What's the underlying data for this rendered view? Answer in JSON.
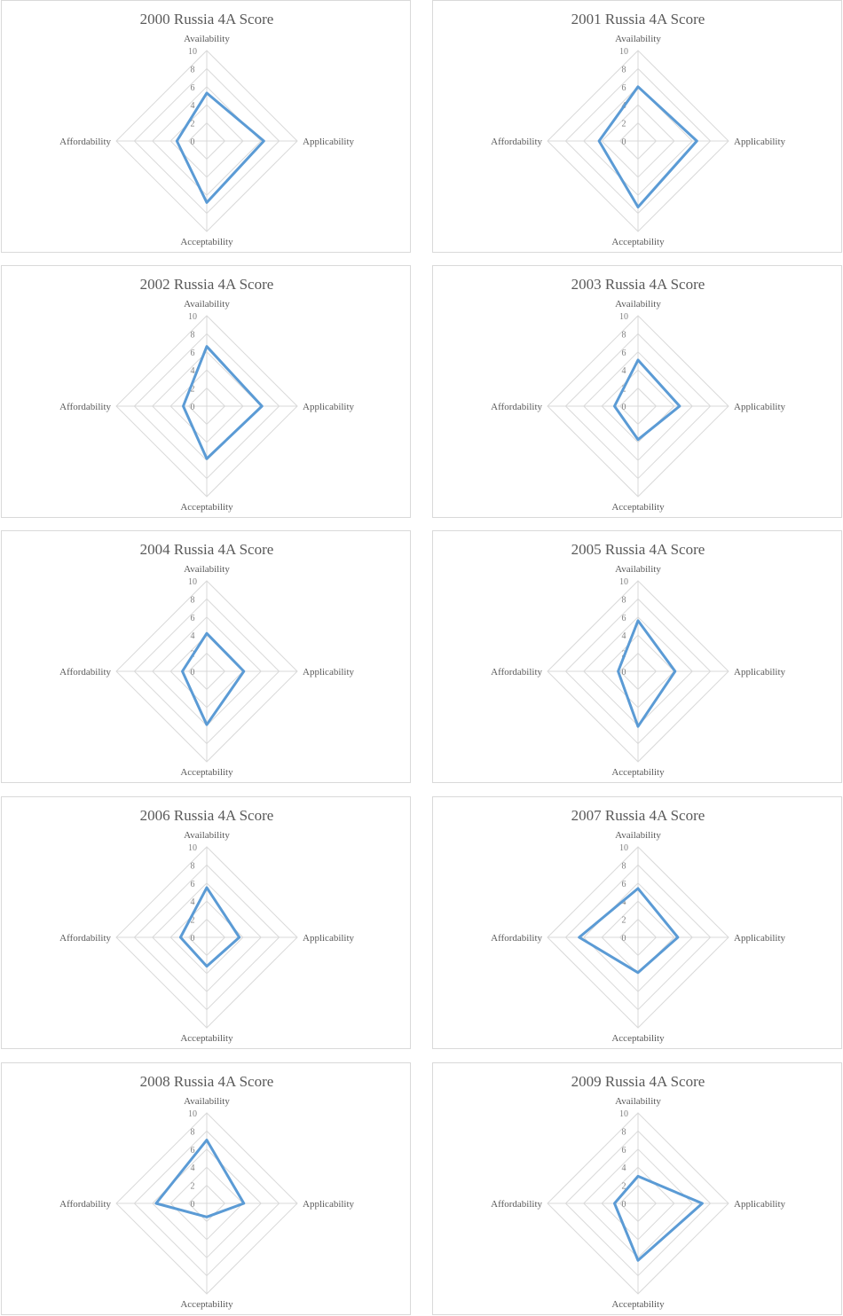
{
  "chart_data": [
    {
      "type": "radar",
      "title": "2000 Russia 4A Score",
      "axes": [
        "Availability",
        "Applicability",
        "Acceptability",
        "Affordability"
      ],
      "ticks": [
        "0",
        "2",
        "4",
        "6",
        "8",
        "10"
      ],
      "rlim": [
        0,
        10
      ],
      "values": [
        5.3,
        6.3,
        6.8,
        3.3
      ]
    },
    {
      "type": "radar",
      "title": "2001 Russia 4A Score",
      "axes": [
        "Availability",
        "Applicability",
        "Acceptability",
        "Affordability"
      ],
      "ticks": [
        "0",
        "2",
        "4",
        "6",
        "8",
        "10"
      ],
      "rlim": [
        0,
        10
      ],
      "values": [
        6.0,
        6.5,
        7.3,
        4.3
      ]
    },
    {
      "type": "radar",
      "title": "2002 Russia 4A Score",
      "axes": [
        "Availability",
        "Applicability",
        "Acceptability",
        "Affordability"
      ],
      "ticks": [
        "0",
        "2",
        "4",
        "6",
        "8",
        "10"
      ],
      "rlim": [
        0,
        10
      ],
      "values": [
        6.6,
        6.1,
        5.8,
        2.6
      ]
    },
    {
      "type": "radar",
      "title": "2003 Russia 4A Score",
      "axes": [
        "Availability",
        "Applicability",
        "Acceptability",
        "Affordability"
      ],
      "ticks": [
        "0",
        "2",
        "4",
        "6",
        "8",
        "10"
      ],
      "rlim": [
        0,
        10
      ],
      "values": [
        5.1,
        4.6,
        3.7,
        2.6
      ]
    },
    {
      "type": "radar",
      "title": "2004 Russia 4A Score",
      "axes": [
        "Availability",
        "Applicability",
        "Acceptability",
        "Affordability"
      ],
      "ticks": [
        "0",
        "2",
        "4",
        "6",
        "8",
        "10"
      ],
      "rlim": [
        0,
        10
      ],
      "values": [
        4.2,
        4.1,
        5.9,
        2.7
      ]
    },
    {
      "type": "radar",
      "title": "2005 Russia 4A Score",
      "axes": [
        "Availability",
        "Applicability",
        "Acceptability",
        "Affordability"
      ],
      "ticks": [
        "0",
        "2",
        "4",
        "6",
        "8",
        "10"
      ],
      "rlim": [
        0,
        10
      ],
      "values": [
        5.6,
        4.1,
        6.1,
        2.2
      ]
    },
    {
      "type": "radar",
      "title": "2006 Russia 4A Score",
      "axes": [
        "Availability",
        "Applicability",
        "Acceptability",
        "Affordability"
      ],
      "ticks": [
        "0",
        "2",
        "4",
        "6",
        "8",
        "10"
      ],
      "rlim": [
        0,
        10
      ],
      "values": [
        5.5,
        3.6,
        3.2,
        2.9
      ]
    },
    {
      "type": "radar",
      "title": "2007 Russia 4A Score",
      "axes": [
        "Availability",
        "Applicability",
        "Acceptability",
        "Affordability"
      ],
      "ticks": [
        "0",
        "2",
        "4",
        "6",
        "8",
        "10"
      ],
      "rlim": [
        0,
        10
      ],
      "values": [
        5.4,
        4.4,
        3.9,
        6.5
      ]
    },
    {
      "type": "radar",
      "title": "2008 Russia 4A Score",
      "axes": [
        "Availability",
        "Applicability",
        "Acceptability",
        "Affordability"
      ],
      "ticks": [
        "0",
        "2",
        "4",
        "6",
        "8",
        "10"
      ],
      "rlim": [
        0,
        10
      ],
      "values": [
        7.0,
        4.1,
        1.5,
        5.6
      ]
    },
    {
      "type": "radar",
      "title": "2009 Russia 4A Score",
      "axes": [
        "Availability",
        "Applicability",
        "Acceptability",
        "Affordability"
      ],
      "ticks": [
        "0",
        "2",
        "4",
        "6",
        "8",
        "10"
      ],
      "rlim": [
        0,
        10
      ],
      "values": [
        3.0,
        7.1,
        6.3,
        2.6
      ]
    }
  ],
  "colors": {
    "series": "#5b9bd5",
    "grid": "#d9d9d9",
    "text": "#595959",
    "border": "#d9d9d9"
  }
}
